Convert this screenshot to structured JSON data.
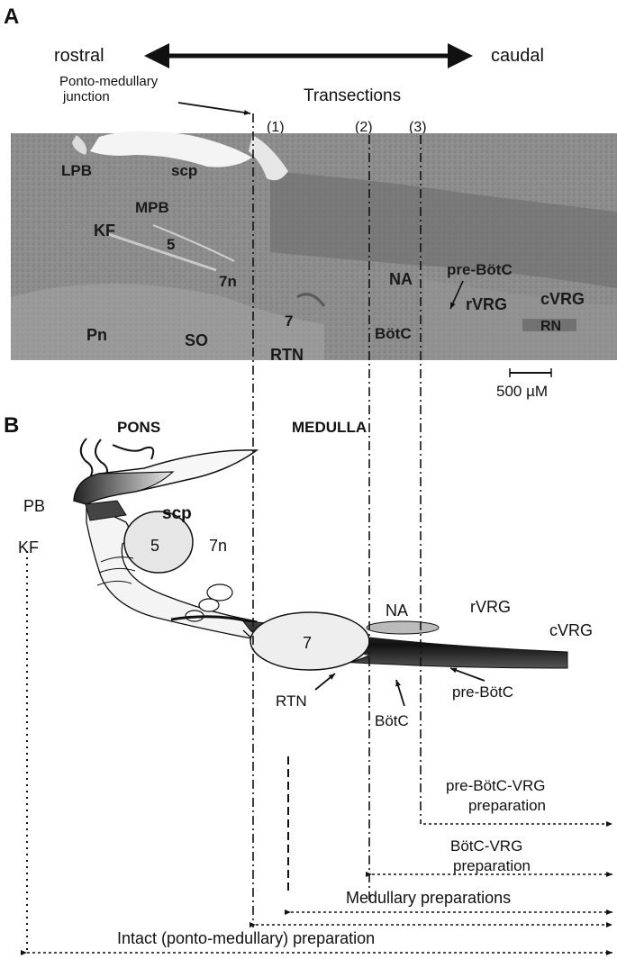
{
  "panel_a": {
    "label": "A",
    "direction": {
      "rostral": "rostral",
      "caudal": "caudal"
    },
    "junction": {
      "line1": "Ponto-medullary",
      "line2": "junction"
    },
    "transections_title": "Transections",
    "transections": [
      "(1)",
      "(2)",
      "(3)"
    ],
    "regions": {
      "lpb": "LPB",
      "scp": "scp",
      "mpb": "MPB",
      "kf": "KF",
      "five": "5",
      "seven_n": "7n",
      "pn": "Pn",
      "so": "SO",
      "seven": "7",
      "rtn": "RTN",
      "na": "NA",
      "pre_botc": "pre-BötC",
      "rvrg": "rVRG",
      "cvrg": "cVRG",
      "botc": "BötC",
      "rn": "RN"
    },
    "scale_bar": "500 µM"
  },
  "panel_b": {
    "label": "B",
    "pons": "PONS",
    "medulla": "MEDULLA",
    "regions": {
      "pb": "PB",
      "scp": "scp",
      "kf": "KF",
      "five": "5",
      "seven_n": "7n",
      "seven": "7",
      "na": "NA",
      "rvrg": "rVRG",
      "cvrg": "cVRG",
      "pre_botc": "pre-BötC",
      "rtn": "RTN",
      "botc": "BötC"
    },
    "preparations": {
      "pre_botc_line1": "pre-BötC-VRG",
      "pre_botc_line2": "preparation",
      "botc_line1": "BötC-VRG",
      "botc_line2": "preparation",
      "medullary": "Medullary preparations",
      "intact": "Intact (ponto-medullary) preparation"
    }
  }
}
